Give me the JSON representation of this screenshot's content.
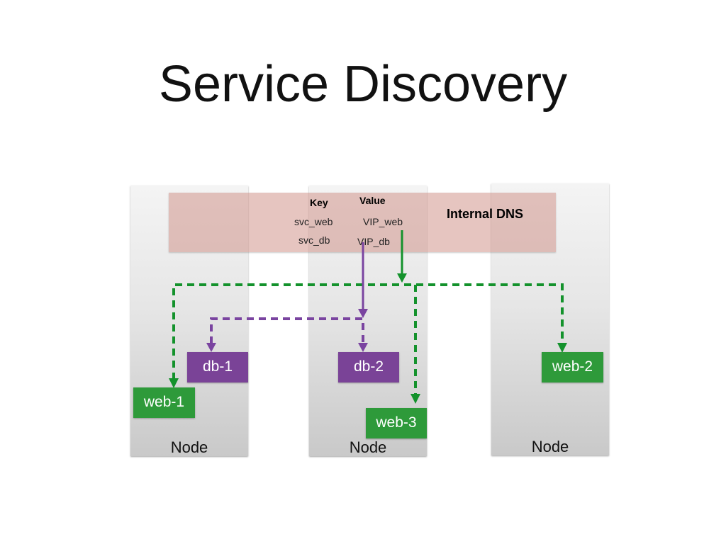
{
  "slide": {
    "title": "Service Discovery"
  },
  "nodes": [
    {
      "label": "Node"
    },
    {
      "label": "Node"
    },
    {
      "label": "Node"
    }
  ],
  "internal_dns": {
    "title": "Internal DNS",
    "key_header": "Key",
    "value_header": "Value",
    "entries": [
      {
        "key": "svc_web",
        "value": "VIP_web"
      },
      {
        "key": "svc_db",
        "value": "VIP_db"
      }
    ]
  },
  "services": {
    "db1": "db-1",
    "db2": "db-2",
    "web1": "web-1",
    "web2": "web-2",
    "web3": "web-3"
  },
  "colors": {
    "web": "#2e9a3a",
    "db": "#7a4397",
    "web_line": "#14922c",
    "db_line": "#7a44a0",
    "dns_fill": "#e2b9b3"
  }
}
